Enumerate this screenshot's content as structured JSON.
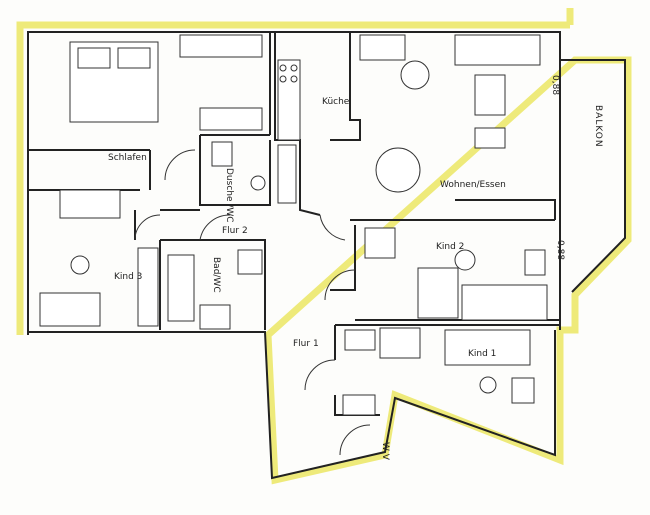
{
  "rooms": {
    "schlafen": "Schlafen",
    "dusche": "Dusche /WC",
    "kueche": "Küche",
    "wohnen": "Wohnen/Essen",
    "balkon": "BALKON",
    "kind2": "Kind 2",
    "kind3": "Kind 3",
    "flur2": "Flur 2",
    "bad": "Bad/WC",
    "flur1": "Flur 1",
    "kind1": "Kind 1",
    "wc_mark": "W V"
  },
  "window_marks": [
    "0,88",
    "0,88"
  ],
  "colors": {
    "outline": "#eeea7a",
    "walls": "#222222"
  }
}
